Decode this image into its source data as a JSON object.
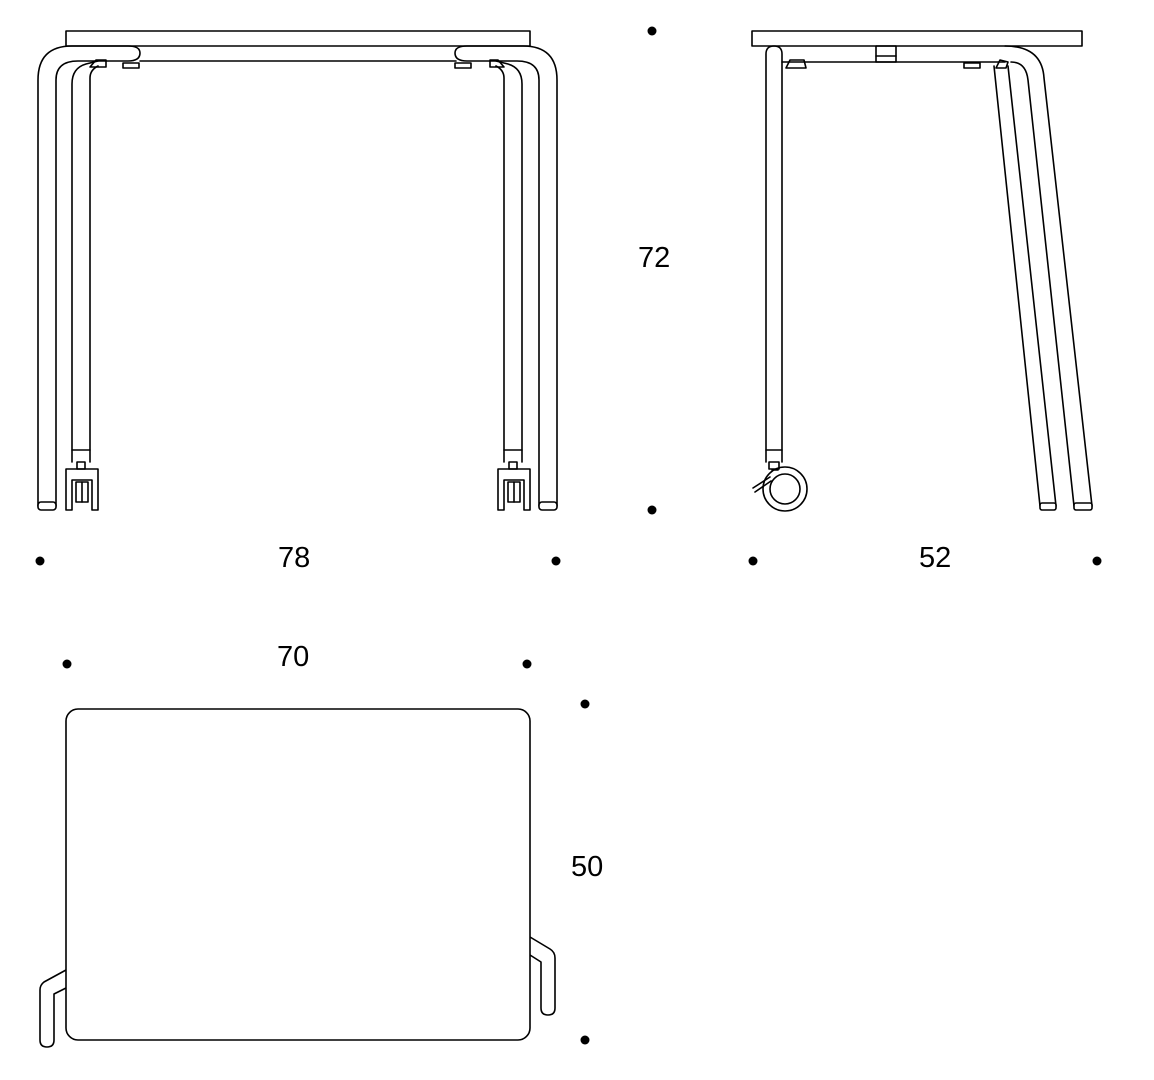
{
  "dimensions": {
    "front_width": "78",
    "height": "72",
    "side_depth": "52",
    "top_width": "70",
    "top_depth": "50"
  },
  "colors": {
    "line": "#000000",
    "background": "#ffffff"
  }
}
